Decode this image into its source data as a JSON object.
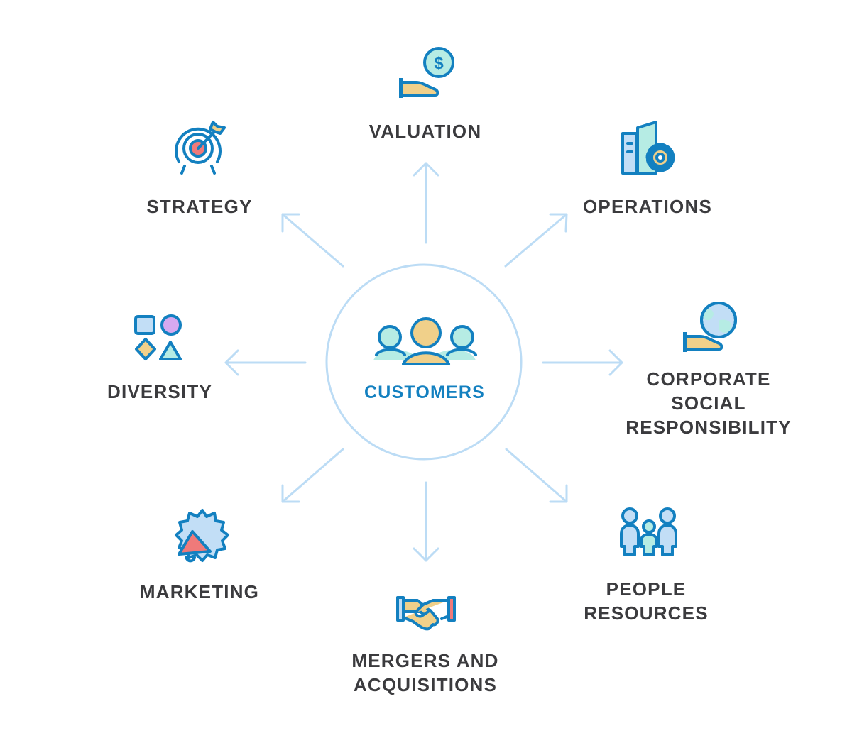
{
  "center": {
    "label": "CUSTOMERS",
    "icon": "customers-group-icon"
  },
  "branches": [
    {
      "id": "valuation",
      "lines": [
        "VALUATION"
      ],
      "icon": "dollar-hand-icon"
    },
    {
      "id": "operations",
      "lines": [
        "OPERATIONS"
      ],
      "icon": "buildings-gear-icon"
    },
    {
      "id": "csr",
      "lines": [
        "CORPORATE",
        "SOCIAL",
        "RESPONSIBILITY"
      ],
      "icon": "globe-hand-icon"
    },
    {
      "id": "people",
      "lines": [
        "PEOPLE",
        "RESOURCES"
      ],
      "icon": "family-icon"
    },
    {
      "id": "mna",
      "lines": [
        "MERGERS AND",
        "ACQUISITIONS"
      ],
      "icon": "handshake-icon"
    },
    {
      "id": "marketing",
      "lines": [
        "MARKETING"
      ],
      "icon": "megaphone-icon"
    },
    {
      "id": "diversity",
      "lines": [
        "DIVERSITY"
      ],
      "icon": "shapes-icon"
    },
    {
      "id": "strategy",
      "lines": [
        "STRATEGY"
      ],
      "icon": "target-arrow-icon"
    }
  ],
  "colors": {
    "arrow": "#bcdcf5",
    "circle": "#bcdcf5",
    "text": "#3b3b3e",
    "center_text": "#1380c0",
    "icon_stroke": "#1380c0",
    "accent_teal": "#b6ece4",
    "accent_yellow": "#f0d08a",
    "accent_blue": "#c2def6",
    "accent_red": "#ef7a7a",
    "accent_purple": "#d6a9f0"
  }
}
